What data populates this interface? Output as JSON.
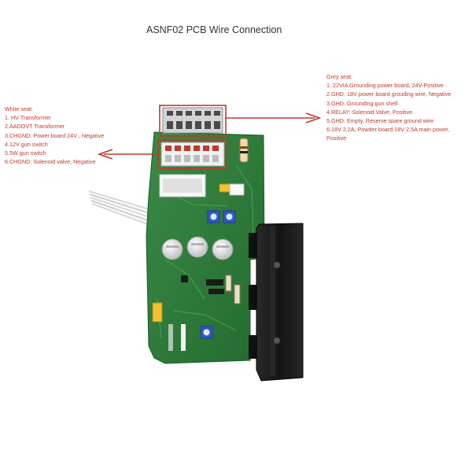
{
  "title": "ASNF02 PCB Wire Connection",
  "white_seat": {
    "heading": "White seat:",
    "items": [
      "1. HV  Transformer",
      "2.AADOVT  Transformer",
      "3.CHGND: Power board 24V , Negative",
      "4.12V gun switch",
      "5.5W gun switch",
      "6.CHGND: Solenoid valve, Negative"
    ]
  },
  "grey_seat": {
    "heading": "Grey seat:",
    "items": [
      "1. 22VIA Grounding power board, 24V-Positive",
      "2.GHD. 18V power board grouding wire, Negative",
      "3.GHD. Grounding gun shell",
      "4.RELAY: Solenoid Valve, Positive",
      "5.GHD. Empty. Reserve spare ground wire",
      "6.18V 2.2A, Powder board 18V 2.5A main power, Positive"
    ]
  },
  "colors": {
    "annotation": "#c0392b",
    "pcb": "#2e7d3a",
    "heatsink": "#1c1c1c"
  }
}
